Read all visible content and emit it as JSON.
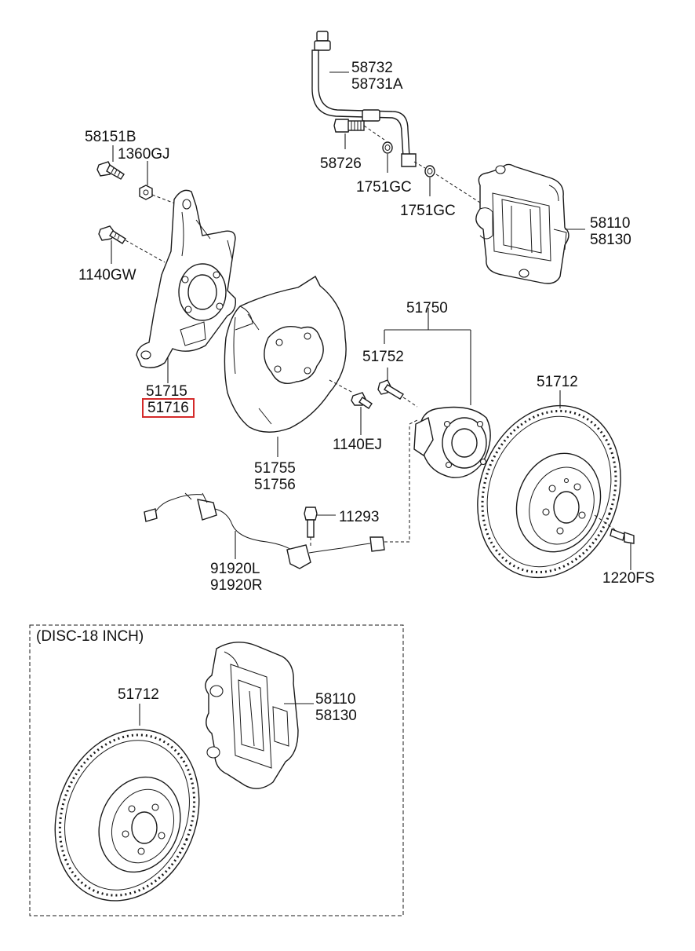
{
  "labels": {
    "hose_main": "58732",
    "hose_alt": "58731A",
    "bolt_knuckle": "58151B",
    "nut_knuckle": "1360GJ",
    "bolt_1140gw": "1140GW",
    "banjo_bolt": "58726",
    "gasket_1": "1751GC",
    "gasket_2": "1751GC",
    "caliper_main": "58110",
    "caliper_alt": "58130",
    "knuckle_left": "51715",
    "knuckle_right": "51716",
    "hub_assy": "51750",
    "hub_bolt": "51752",
    "disc": "51712",
    "dust_cover_left": "51755",
    "dust_cover_right": "51756",
    "bolt_1140ej": "1140EJ",
    "bolt_11293": "11293",
    "sensor_left": "91920L",
    "sensor_right": "91920R",
    "disc_screw": "1220FS"
  },
  "inset": {
    "title": "(DISC-18 INCH)",
    "disc": "51712",
    "caliper_main": "58110",
    "caliper_alt": "58130"
  },
  "colors": {
    "highlight": "#d42a2a",
    "line": "#1a1a1a",
    "background": "#ffffff"
  }
}
